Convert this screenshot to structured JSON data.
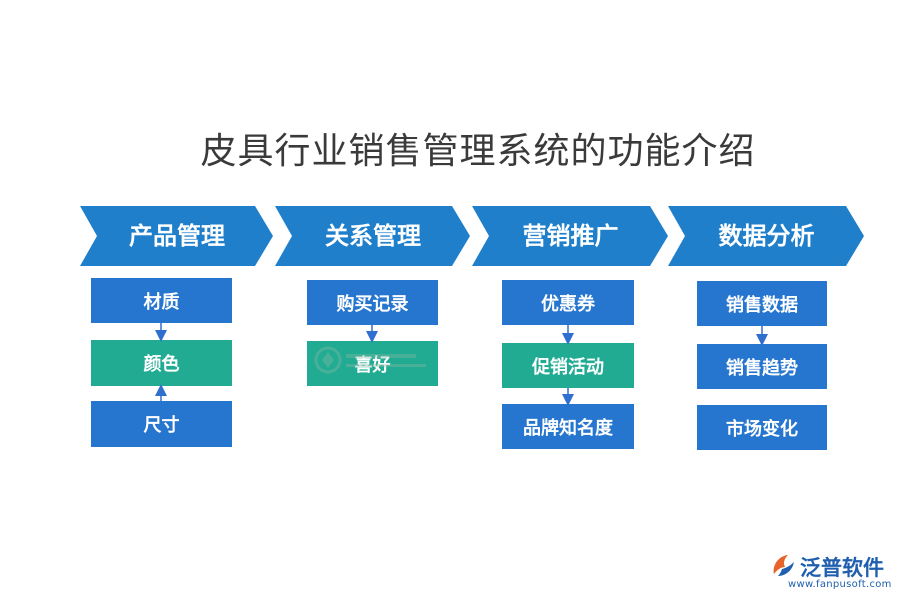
{
  "title": "皮具行业销售管理系统的功能介绍",
  "colors": {
    "chevron": "#1f7fcb",
    "box_blue": "#2676cf",
    "box_teal": "#22ab93",
    "arrow": "#2e6fd0"
  },
  "columns": [
    {
      "header": "产品管理",
      "items": [
        "材质",
        "颜色",
        "尺寸"
      ]
    },
    {
      "header": "关系管理",
      "items": [
        "购买记录",
        "喜好"
      ]
    },
    {
      "header": "营销推广",
      "items": [
        "优惠券",
        "促销活动",
        "品牌知名度"
      ]
    },
    {
      "header": "数据分析",
      "items": [
        "销售数据",
        "销售趋势",
        "市场变化"
      ]
    }
  ],
  "logo": {
    "name": "泛普软件",
    "url": "www.fanpusoft.com"
  }
}
